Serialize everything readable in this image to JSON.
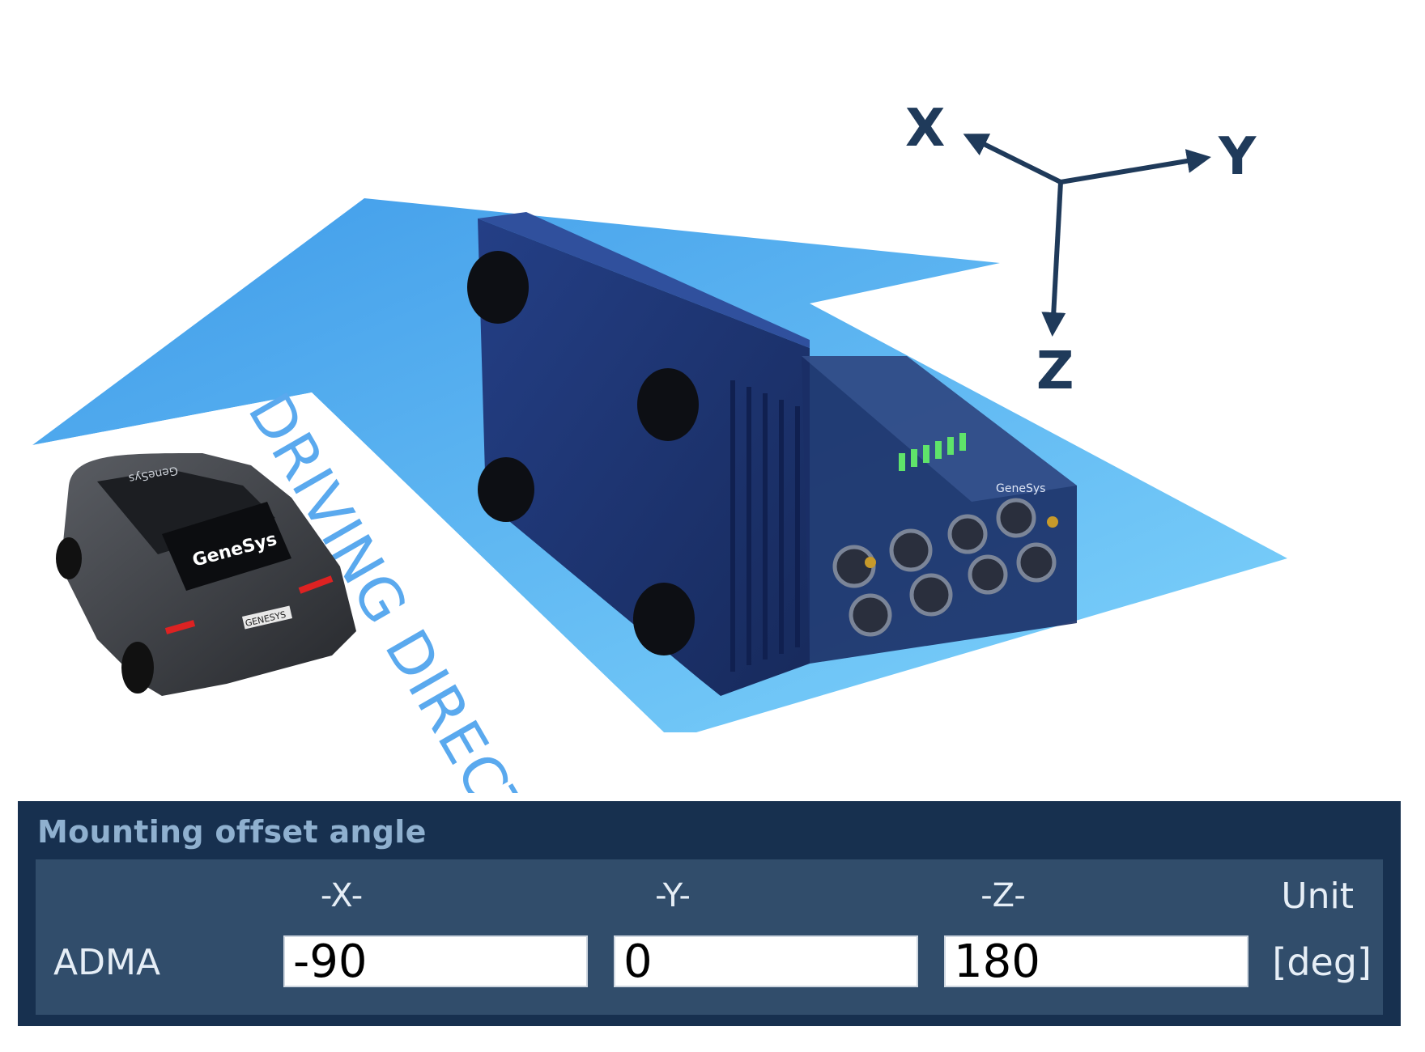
{
  "scene": {
    "driving_direction_label": "DRIVING DIRECTION",
    "car_rear_logo": "GeneSys",
    "car_roof_logo": "GeneSys",
    "car_plate": "GENESYS",
    "device_label": "GeneSys",
    "axes": {
      "x": "X",
      "y": "Y",
      "z": "Z"
    }
  },
  "panel": {
    "title": "Mounting offset angle",
    "columns": {
      "x": "-X-",
      "y": "-Y-",
      "z": "-Z-",
      "unit": "Unit"
    },
    "row": {
      "label": "ADMA",
      "x": "-90",
      "y": "0",
      "z": "180",
      "unit": "[deg]"
    }
  },
  "colors": {
    "plane": "#6fb8f5",
    "device": "#1d3474",
    "panel_bg": "#17304f",
    "panel_inner": "#314d6b",
    "axis": "#1f3a5a"
  }
}
